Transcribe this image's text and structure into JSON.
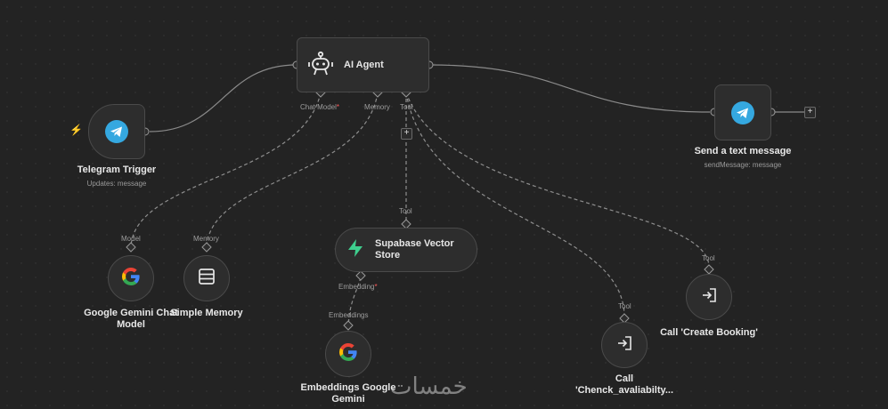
{
  "nodes": {
    "ai_agent": {
      "title": "AI Agent",
      "ports": {
        "chat_model": "Chat Model",
        "memory": "Memory",
        "tool": "Tool"
      }
    },
    "telegram_trigger": {
      "title": "Telegram Trigger",
      "subtitle": "Updates: message"
    },
    "send_message": {
      "title": "Send a text message",
      "subtitle": "sendMessage: message"
    },
    "gemini_chat": {
      "title_line1": "Google Gemini Chat",
      "title_line2": "Model",
      "port": "Model"
    },
    "simple_memory": {
      "title": "Simple Memory",
      "port": "Memory"
    },
    "supabase": {
      "title_line1": "Supabase Vector",
      "title_line2": "Store",
      "port_top": "Tool",
      "port_bottom": "Embedding"
    },
    "embeddings": {
      "title_line1": "Embeddings Google",
      "title_line2": "Gemini",
      "port": "Embeddings"
    },
    "call_check": {
      "title_line1": "Call",
      "title_line2": "'Chenck_avaliabilty...",
      "port": "Tool"
    },
    "call_create": {
      "title": "Call 'Create Booking'",
      "port": "Tool"
    }
  },
  "required_marker": "*",
  "plus_symbol": "+",
  "watermark": "خمسات",
  "colors": {
    "telegram": "#35a8e0",
    "supabase": "#3ecf8e",
    "trigger_bolt": "#ff6d3a",
    "required": "#ff5a5a"
  },
  "icons": [
    "robot-icon",
    "telegram-icon",
    "google-icon",
    "database-icon",
    "supabase-icon",
    "tool-call-icon",
    "lightning-icon",
    "plus-icon"
  ]
}
